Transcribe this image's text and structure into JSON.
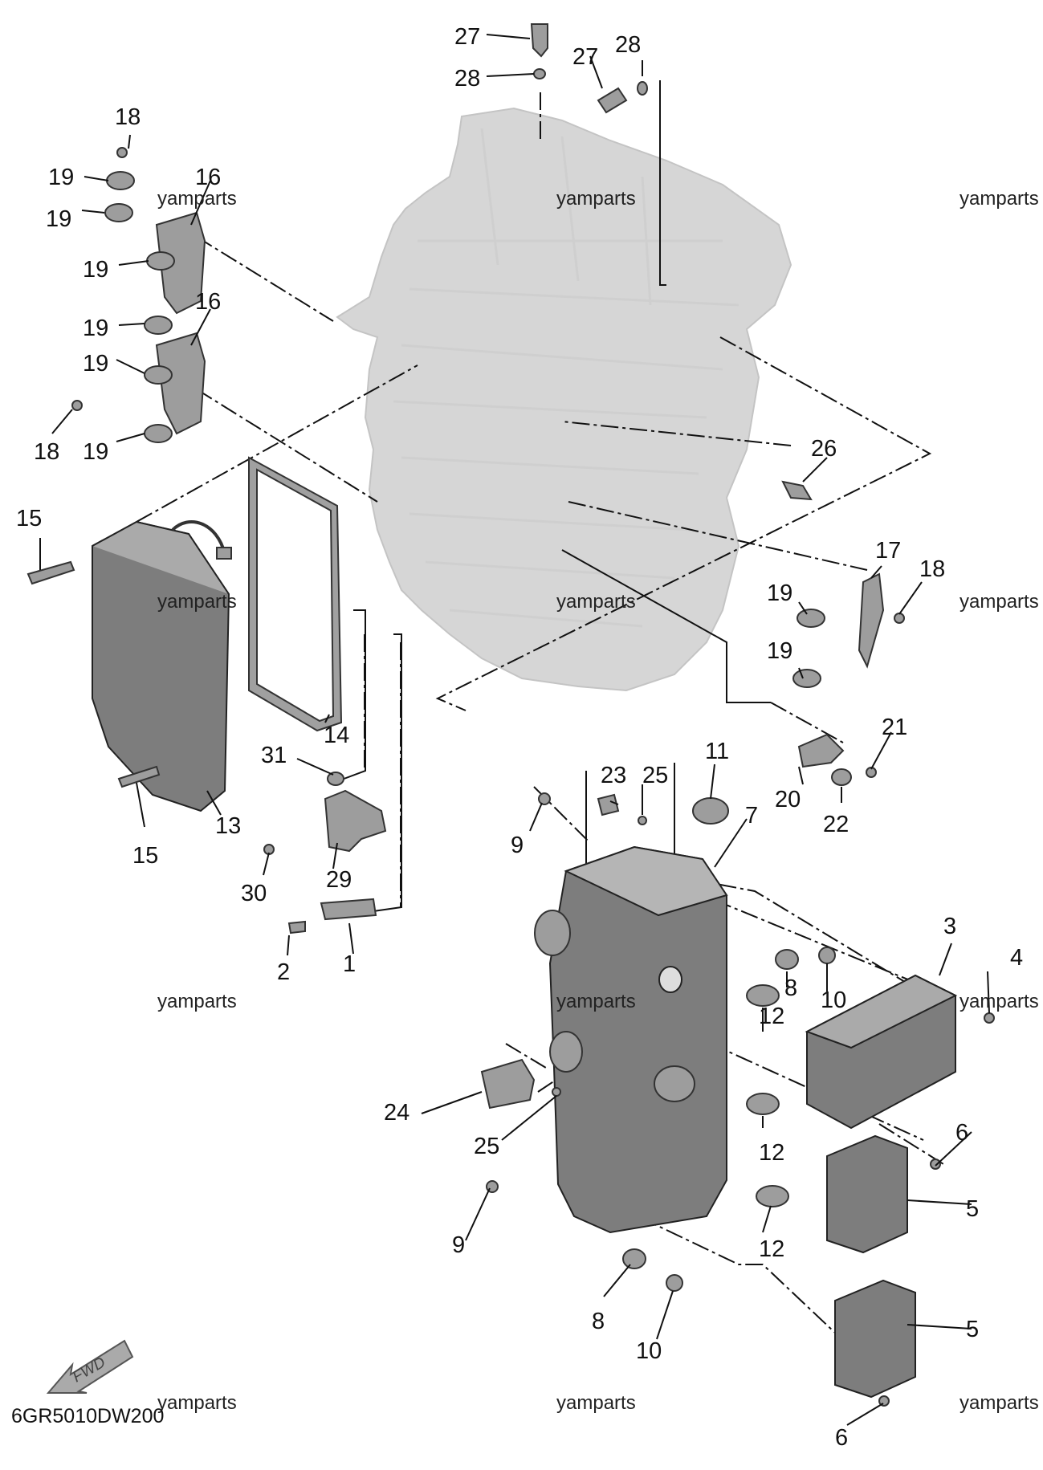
{
  "diagram": {
    "code": "6GR5010DW200",
    "fwd_label": "FWD",
    "watermark": "yamparts",
    "callouts": [
      "27",
      "28",
      "27",
      "28",
      "18",
      "19",
      "16",
      "19",
      "19",
      "19",
      "16",
      "19",
      "18",
      "19",
      "15",
      "14",
      "13",
      "15",
      "31",
      "30",
      "29",
      "2",
      "1",
      "26",
      "17",
      "18",
      "19",
      "19",
      "21",
      "20",
      "22",
      "23",
      "25",
      "11",
      "9",
      "7",
      "8",
      "10",
      "3",
      "4",
      "12",
      "24",
      "25",
      "12",
      "6",
      "5",
      "9",
      "12",
      "8",
      "10",
      "5",
      "6"
    ]
  }
}
